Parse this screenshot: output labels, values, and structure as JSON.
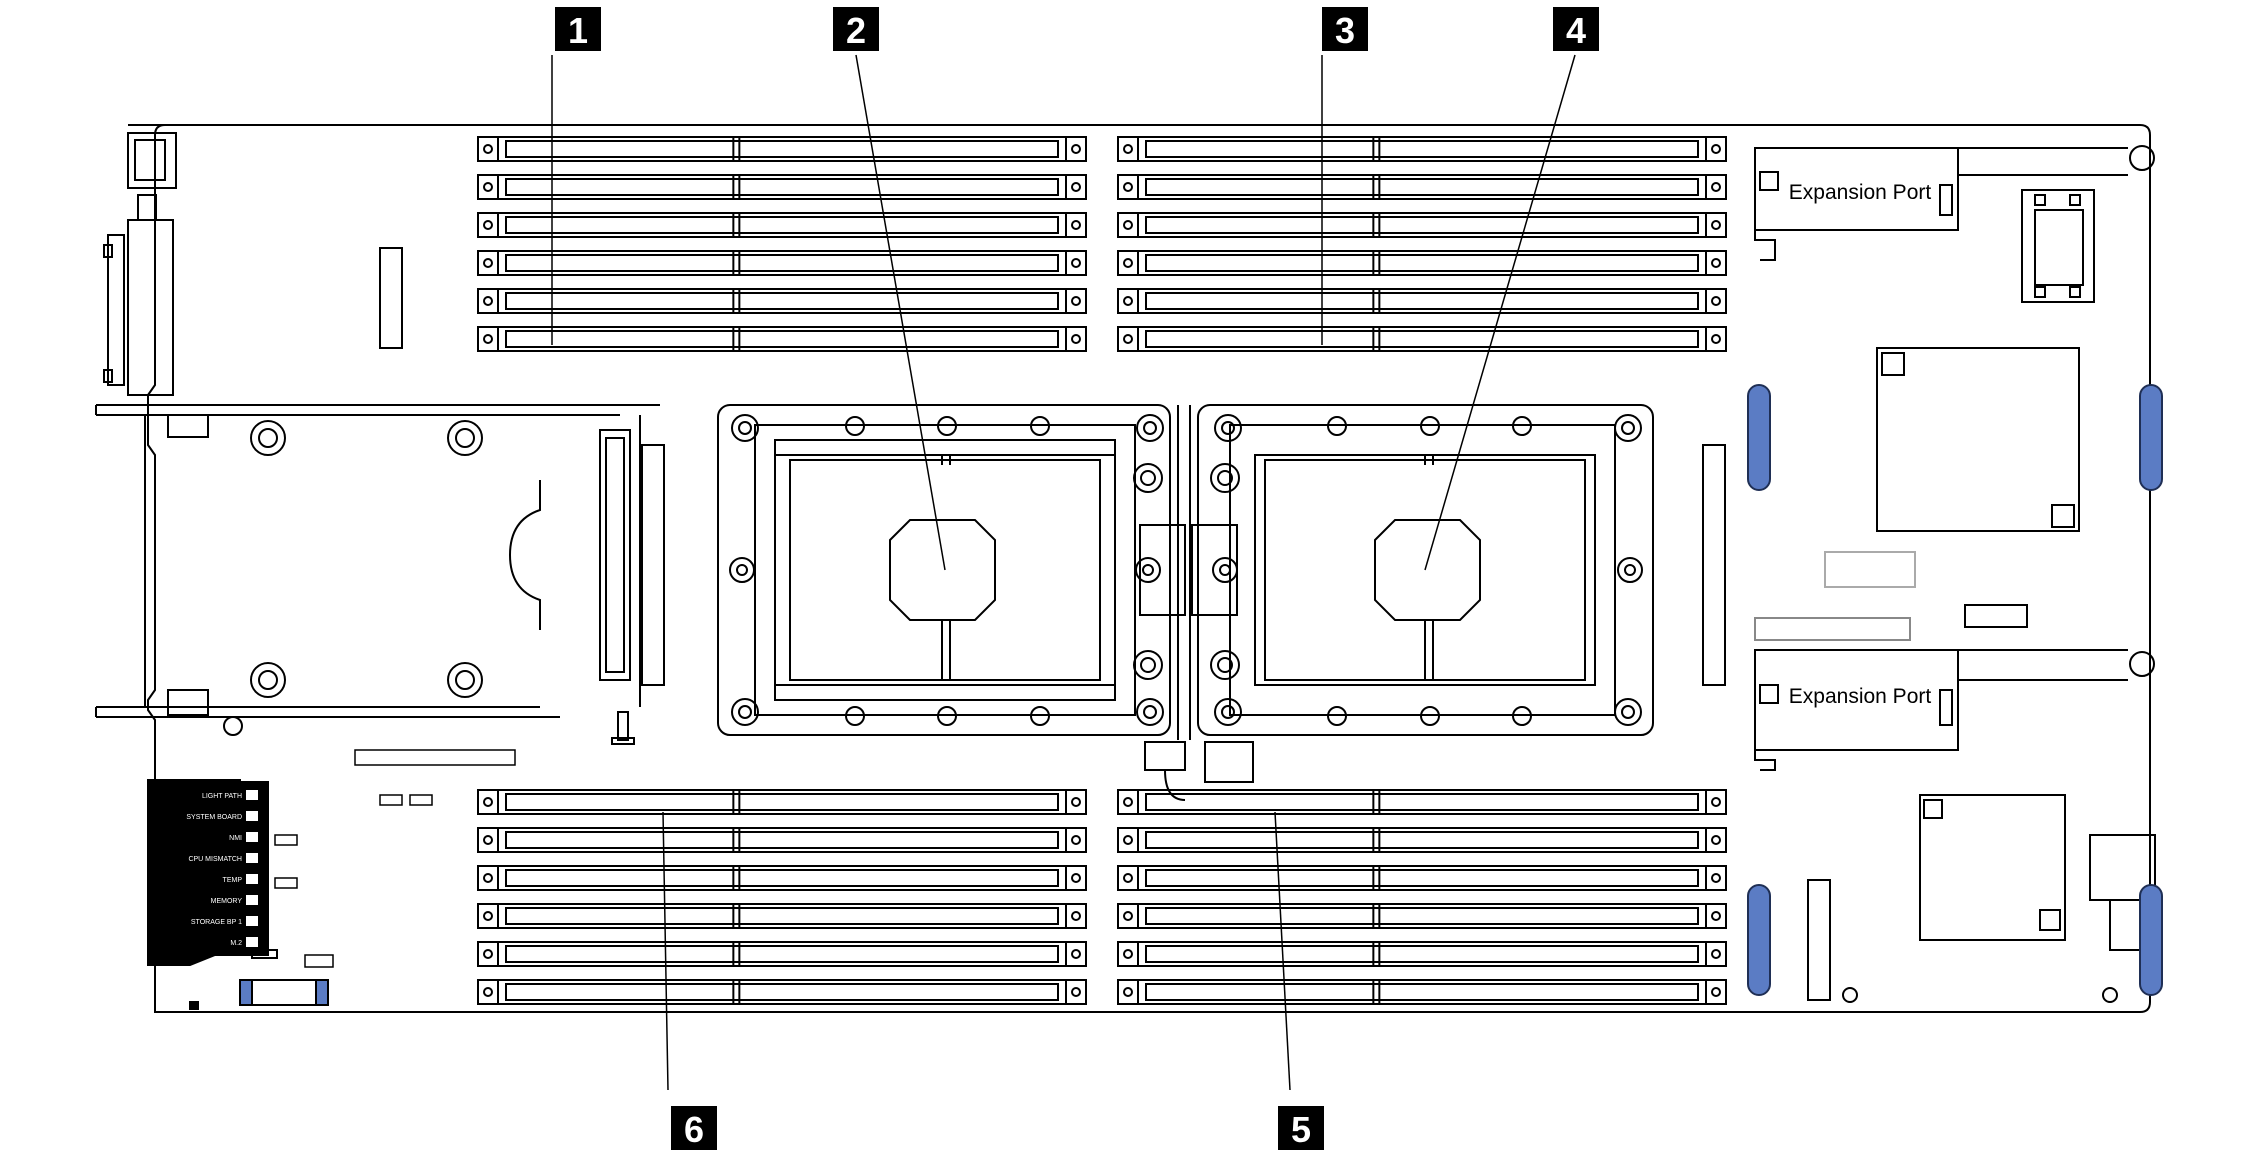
{
  "callouts": [
    "1",
    "2",
    "3",
    "4",
    "5",
    "6"
  ],
  "expansion_ports": [
    "Expansion Port",
    "Expansion Port"
  ],
  "led_panel": [
    "LIGHT PATH",
    "SYSTEM BOARD",
    "NMI",
    "CPU MISMATCH",
    "TEMP",
    "MEMORY",
    "STORAGE BP 1",
    "M.2"
  ],
  "colors": {
    "line": "#000000",
    "lever": "#4a6fb3",
    "callout_bg": "#000000",
    "callout_fg": "#ffffff"
  }
}
